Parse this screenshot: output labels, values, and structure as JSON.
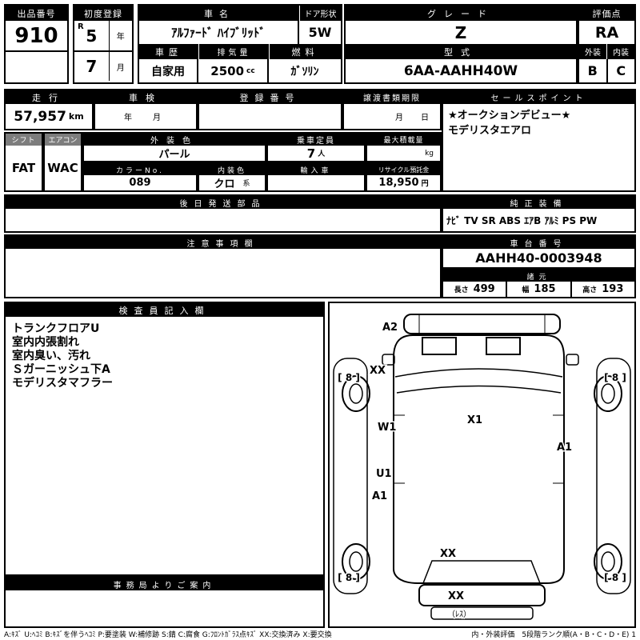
{
  "top": {
    "exhibit_label": "出品番号",
    "exhibit_value": "910",
    "first_reg_label": "初度登録",
    "era": "R",
    "year": "5",
    "year_unit": "年",
    "month": "7",
    "month_unit": "月",
    "car_name_label": "車名",
    "car_name": "ｱﾙﾌｧｰﾄﾞ ﾊｲﾌﾞﾘｯﾄﾞ",
    "door_label": "ドア形状",
    "door": "5W",
    "grade_label": "グレード",
    "grade": "Z",
    "score_label": "評価点",
    "score": "RA",
    "history_label": "車歴",
    "history": "自家用",
    "disp_label": "排気量",
    "disp": "2500",
    "disp_unit": "cc",
    "fuel_label": "燃料",
    "fuel": "ｶﾞｿﾘﾝ",
    "model_label": "型式",
    "model": "6AA-AAHH40W",
    "ext_label": "外装",
    "ext": "B",
    "int_label": "内装",
    "int": "C"
  },
  "status": {
    "mileage_label": "走行",
    "mileage": "57,957",
    "mileage_unit": "km",
    "shaken_label": "車検",
    "shaken_value": "年　月",
    "reg_label": "登録番号",
    "transfer_label": "譲渡書類期限",
    "transfer_value": "月　日",
    "sales_label": "セールスポイント",
    "sales_lines": [
      "★オークションデビュー★",
      "モデリスタエアロ"
    ]
  },
  "spec": {
    "shift_label": "シフト",
    "shift": "FAT",
    "ac_label": "エアコン",
    "ac": "WAC",
    "ext_color_label": "外装色",
    "ext_color": "パール",
    "capacity_label": "乗車定員",
    "capacity": "7",
    "capacity_unit": "人",
    "load_label": "最大積載量",
    "load_unit": "kg",
    "color_no_label": "カラーNo.",
    "color_no": "089",
    "int_color_label": "内装色",
    "int_color": "クロ",
    "int_color_suffix": "系",
    "import_label": "輸入車",
    "recycle_label": "リサイクル預託金",
    "recycle": "18,950",
    "recycle_unit": "円"
  },
  "mid": {
    "later_label": "後日発送部品",
    "equip_label": "純正装備",
    "equip": "ﾅﾋﾞ TV SR ABS ｴｱB ｱﾙﾐ PS PW",
    "notes_label": "注意事項欄",
    "chassis_label": "車台番号",
    "chassis": "AAHH40-0003948",
    "dims_label": "諸元",
    "dims": [
      {
        "k": "長さ",
        "v": "499"
      },
      {
        "k": "幅",
        "v": "185"
      },
      {
        "k": "高さ",
        "v": "193"
      }
    ]
  },
  "inspector": {
    "label": "検査員記入欄",
    "lines": [
      "トランクフロアU",
      "室内内張割れ",
      "室内臭い、汚れ",
      "Ｓガーニッシュ下A",
      "モデリスタマフラー"
    ]
  },
  "office_label": "事務局よりご案内",
  "diagram": {
    "a2": "A2",
    "xx_front": "XX",
    "w1": "W1",
    "x1": "X1",
    "a1_right": "A1",
    "u1": "U1",
    "a1_left": "A1",
    "xx_rear": "XX",
    "xx_bumper": "XX",
    "less": "（ﾚｽ）",
    "tread": "[ 8 ]"
  },
  "legend": {
    "left": "A:ｷｽﾞ U:ﾍｺﾐ B:ｷｽﾞを伴うﾍｺﾐ P:要塗装 W:補修跡 S:錆 C:腐食 G:ﾌﾛﾝﾄｶﾞﾗｽ点ｷｽﾞ XX:交換済み X:要交換",
    "right": "内・外装評価　5段階ランク順(A・B・C・D・E) 1"
  },
  "colors": {
    "header_bg": "#000000",
    "subheader_bg": "#7d7d7d",
    "border": "#000000"
  }
}
